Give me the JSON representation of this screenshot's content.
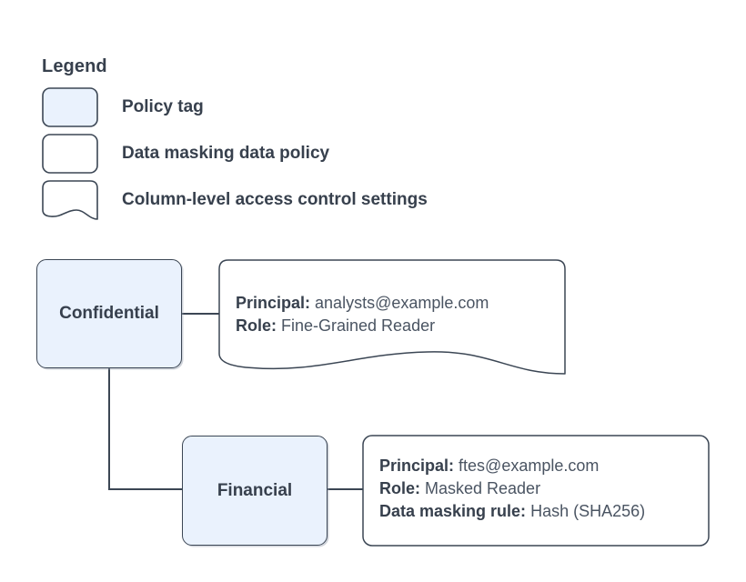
{
  "legend": {
    "title": "Legend",
    "items": [
      {
        "label": "Policy tag",
        "swatch": "policy-tag-swatch",
        "fill": "#eaf2fd",
        "shape": "rounded-rect"
      },
      {
        "label": "Data masking data policy",
        "swatch": "data-masking-policy-swatch",
        "fill": "#ffffff",
        "shape": "rounded-rect"
      },
      {
        "label": "Column-level access control settings",
        "swatch": "column-access-settings-swatch",
        "fill": "#ffffff",
        "shape": "wavy-bottom-rect"
      }
    ]
  },
  "diagram": {
    "nodes": [
      {
        "id": "confidential",
        "label": "Confidential"
      },
      {
        "id": "financial",
        "label": "Financial"
      }
    ],
    "callouts": [
      {
        "id": "confidential",
        "shape": "wavy-bottom-rect",
        "lines": [
          {
            "key": "Principal:",
            "value": " analysts@example.com"
          },
          {
            "key": "Role:",
            "value": " Fine-Grained Reader"
          }
        ]
      },
      {
        "id": "financial",
        "shape": "rounded-rect",
        "lines": [
          {
            "key": "Principal:",
            "value": " ftes@example.com"
          },
          {
            "key": "Role:",
            "value": " Masked Reader"
          },
          {
            "key": "Data masking rule:",
            "value": " Hash (SHA256)"
          }
        ]
      }
    ]
  },
  "colors": {
    "node_fill": "#eaf2fd",
    "stroke": "#3b4654",
    "text": "#37404d",
    "value_text": "#4a5462",
    "background": "#ffffff"
  }
}
